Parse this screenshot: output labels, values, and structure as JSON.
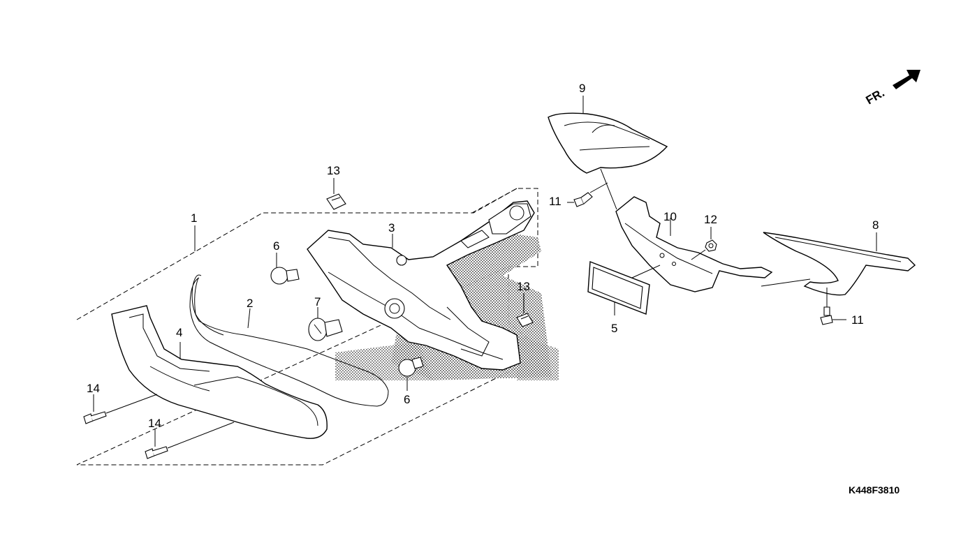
{
  "diagram": {
    "labels": {
      "p1": "1",
      "p2": "2",
      "p3": "3",
      "p4": "4",
      "p5": "5",
      "p6a": "6",
      "p6b": "6",
      "p7": "7",
      "p8": "8",
      "p9": "9",
      "p10": "10",
      "p11a": "11",
      "p11b": "11",
      "p12": "12",
      "p13a": "13",
      "p13b": "13",
      "p14a": "14",
      "p14b": "14"
    },
    "direction": "FR.",
    "code": "K448F3810"
  }
}
